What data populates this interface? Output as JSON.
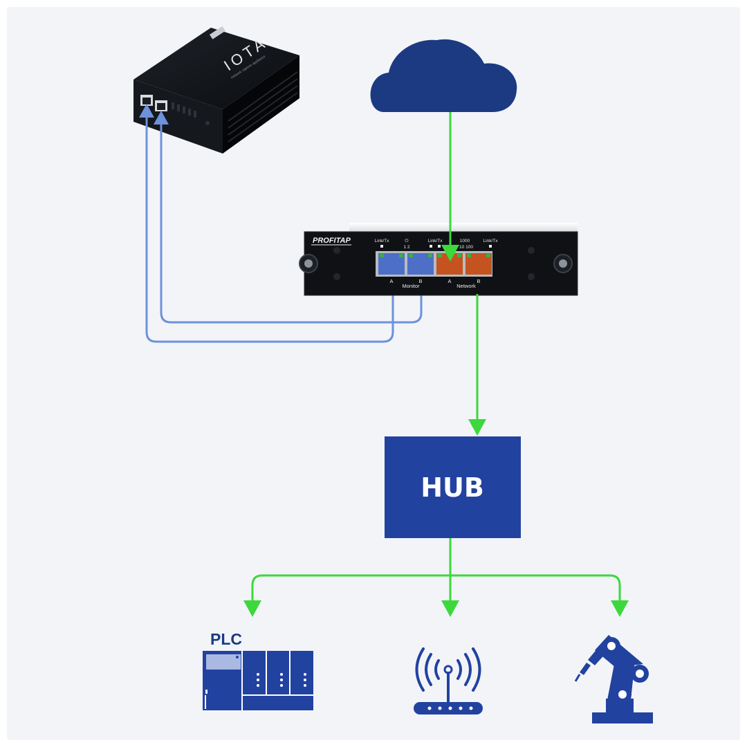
{
  "colors": {
    "background": "#f2f4f8",
    "brand_blue": "#2242a0",
    "dark_blue": "#1b3a82",
    "link_green": "#3cd83c",
    "monitor_blue": "#6d91dc",
    "device_black": "#111418",
    "rj45_blue": "#4e6fc7",
    "rj45_orange": "#c4531f"
  },
  "iota_device": {
    "brand": "IOTA",
    "tagline": "network capture appliance"
  },
  "tap_device": {
    "brand": "PROFITAP",
    "led_labels": [
      "Link/Tx",
      "⏻",
      "Link/Tx",
      "1000",
      "Link/Tx"
    ],
    "led_sublabels": [
      "1   2",
      "10  100"
    ],
    "monitor_port_a": "A",
    "monitor_port_b": "B",
    "monitor_label": "Monitor",
    "network_port_a": "A",
    "network_port_b": "B",
    "network_label": "Network"
  },
  "nodes": {
    "cloud_icon": "cloud-icon",
    "hub_label": "HUB",
    "plc_label": "PLC",
    "plc_icon": "plc-icon",
    "wifi_icon": "wireless-router-icon",
    "robot_icon": "robot-arm-icon"
  }
}
